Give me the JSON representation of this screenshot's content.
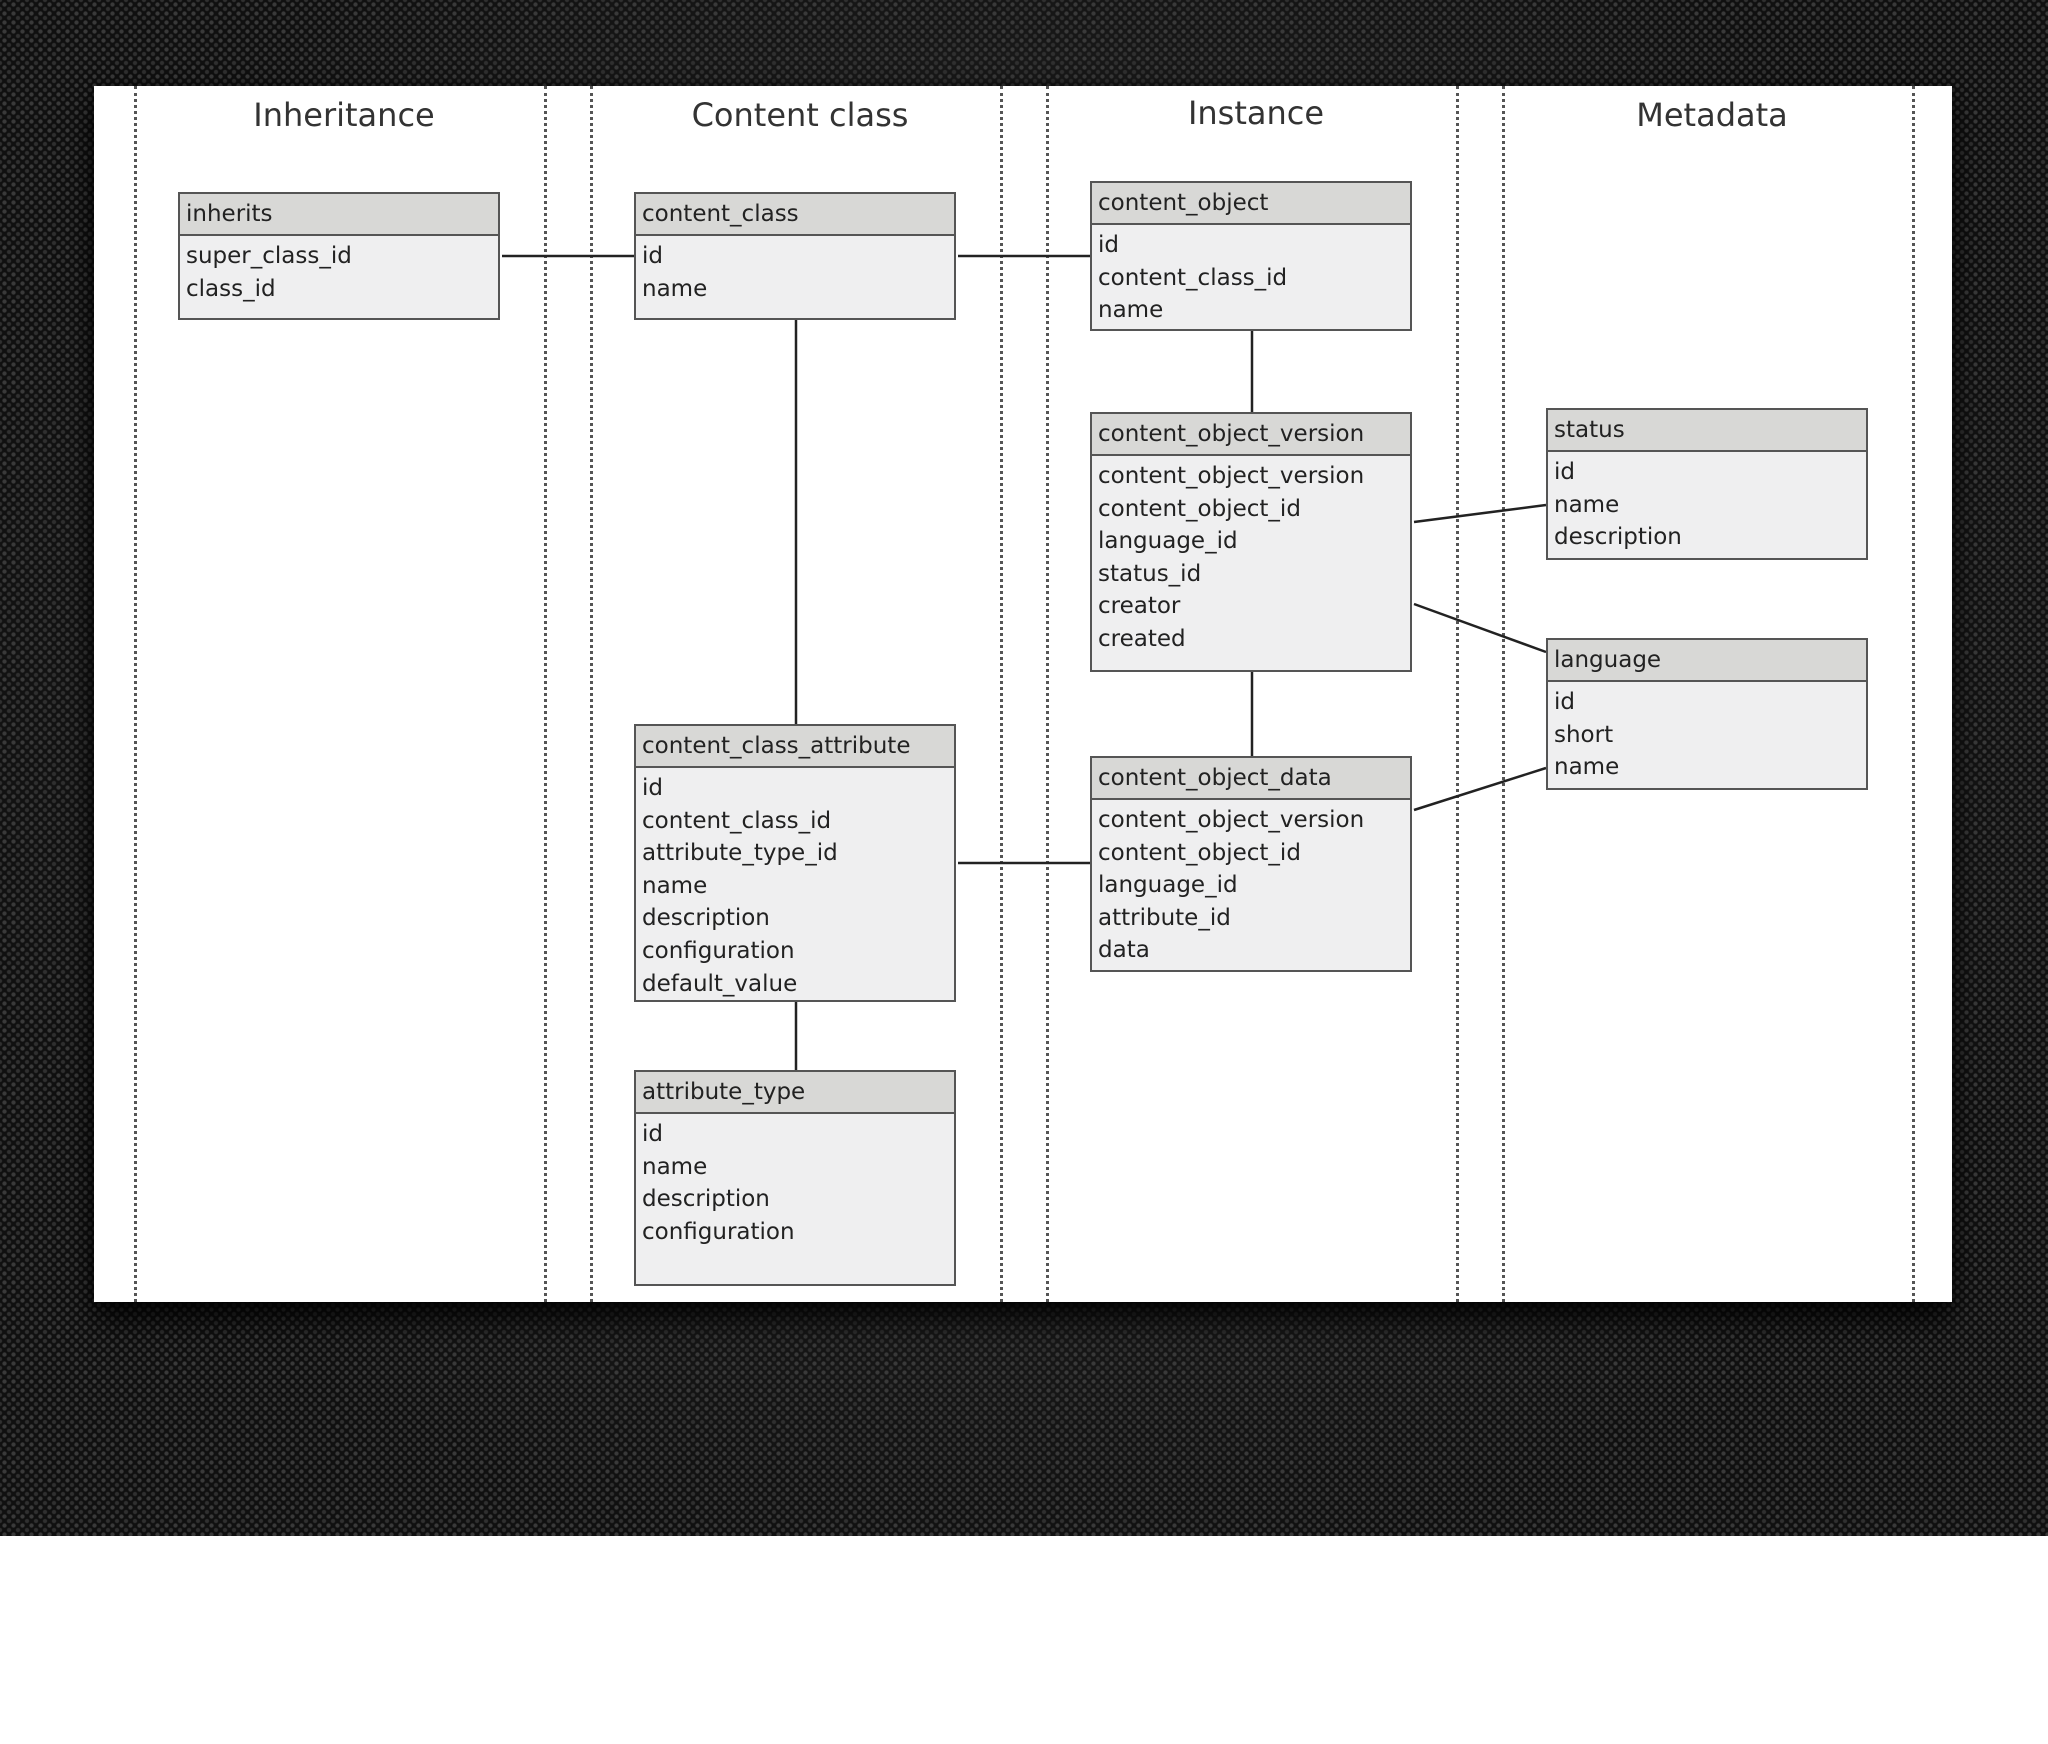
{
  "lanes": [
    {
      "title": "Inheritance"
    },
    {
      "title": "Content class"
    },
    {
      "title": "Instance"
    },
    {
      "title": "Metadata"
    }
  ],
  "tables": {
    "inherits": {
      "name": "inherits",
      "fields": [
        "super_class_id",
        "class_id"
      ]
    },
    "content_class": {
      "name": "content_class",
      "fields": [
        "id",
        "name"
      ]
    },
    "content_class_attribute": {
      "name": "content_class_attribute",
      "fields": [
        "id",
        "content_class_id",
        "attribute_type_id",
        "name",
        "description",
        "configuration",
        "default_value"
      ]
    },
    "attribute_type": {
      "name": "attribute_type",
      "fields": [
        "id",
        "name",
        "description",
        "configuration"
      ]
    },
    "content_object": {
      "name": "content_object",
      "fields": [
        "id",
        "content_class_id",
        "name"
      ]
    },
    "content_object_version": {
      "name": "content_object_version",
      "fields": [
        "content_object_version",
        "content_object_id",
        "language_id",
        "status_id",
        "creator",
        "created"
      ]
    },
    "content_object_data": {
      "name": "content_object_data",
      "fields": [
        "content_object_version",
        "content_object_id",
        "language_id",
        "attribute_id",
        "data"
      ]
    },
    "status": {
      "name": "status",
      "fields": [
        "id",
        "name",
        "description"
      ]
    },
    "language": {
      "name": "language",
      "fields": [
        "id",
        "short",
        "name"
      ]
    }
  },
  "relations": [
    [
      "inherits",
      "content_class"
    ],
    [
      "content_class",
      "content_object"
    ],
    [
      "content_class",
      "content_class_attribute"
    ],
    [
      "content_object",
      "content_object_version"
    ],
    [
      "content_object_version",
      "status"
    ],
    [
      "content_object_version",
      "language"
    ],
    [
      "content_object_version",
      "content_object_data"
    ],
    [
      "content_object_data",
      "language"
    ],
    [
      "content_class_attribute",
      "content_object_data"
    ],
    [
      "content_class_attribute",
      "attribute_type"
    ]
  ]
}
